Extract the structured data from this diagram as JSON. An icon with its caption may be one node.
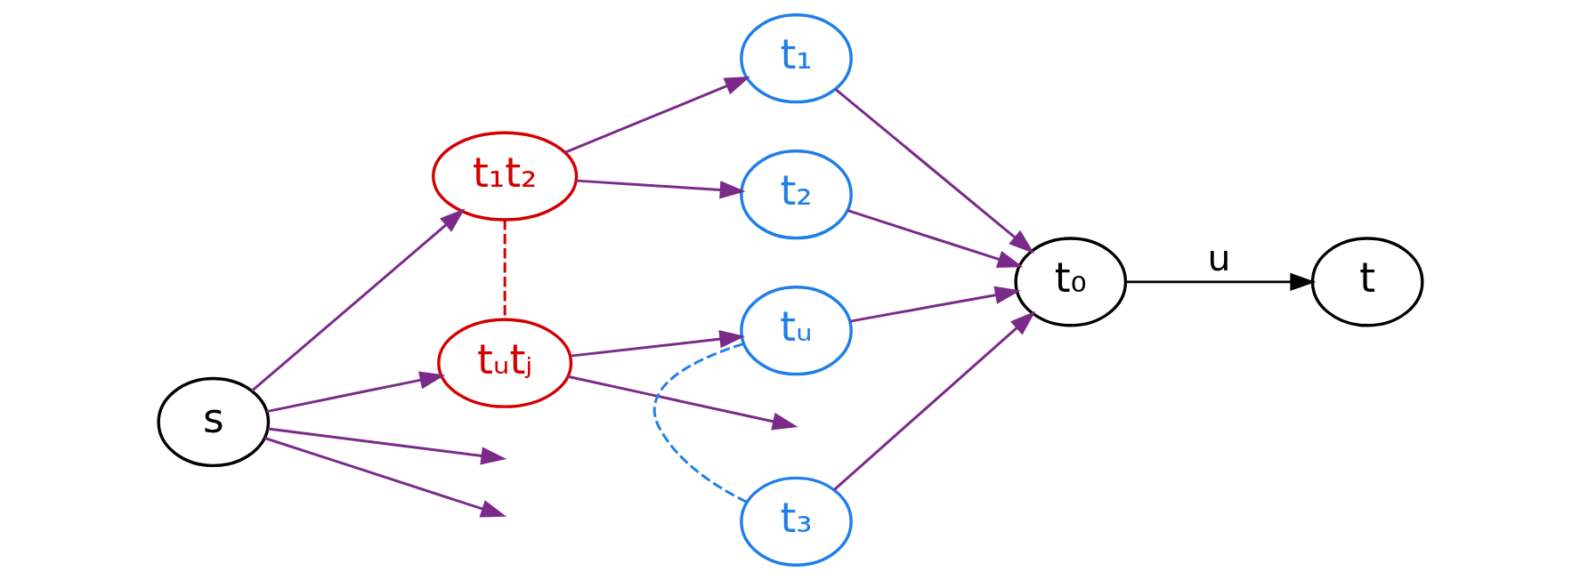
{
  "diagram": {
    "nodes": [
      {
        "text": [
          "s"
        ]
      },
      {
        "text": [
          "t₁t₂"
        ]
      },
      {
        "text": [
          "tᵤtⱼ"
        ]
      },
      {
        "text": [
          "t₁"
        ]
      },
      {
        "text": [
          "t₂"
        ]
      },
      {
        "text": [
          "t₃"
        ]
      },
      {
        "text": [
          "tᵤ"
        ]
      },
      {
        "text": [
          "t₀"
        ]
      },
      {
        "text": [
          "t"
        ]
      }
    ],
    "edges": [
      {
        "from": 0,
        "to": 1,
        "arrow": "to"
      },
      {
        "from": 0,
        "to": null,
        "arrow": "to"
      },
      {
        "from": 0,
        "to": null,
        "arrow": "to"
      },
      {
        "from": 0,
        "to": 2,
        "arrow": "to"
      },
      {
        "from": 1,
        "to": 2,
        "arrow": "none",
        "style": "dashed",
        "color": "#d40000"
      },
      {
        "from": 1,
        "to": 3,
        "arrow": "to"
      },
      {
        "from": 1,
        "to": 4,
        "arrow": "to"
      },
      {
        "from": 2,
        "to": null,
        "arrow": "to"
      },
      {
        "from": 2,
        "to": 6,
        "arrow": "to"
      },
      {
        "from": 5,
        "to": 6,
        "arrow": "none",
        "style": "dashed",
        "color": "#1e7fe8"
      },
      {
        "from": 3,
        "to": 7,
        "arrow": "to"
      },
      {
        "from": 4,
        "to": 7,
        "arrow": "to"
      },
      {
        "from": 5,
        "to": 7,
        "arrow": "to"
      },
      {
        "from": 6,
        "to": 7,
        "arrow": "to"
      },
      {
        "from": 7,
        "to": 8,
        "arrow": "to",
        "label": "u",
        "color": "#000000"
      }
    ]
  }
}
